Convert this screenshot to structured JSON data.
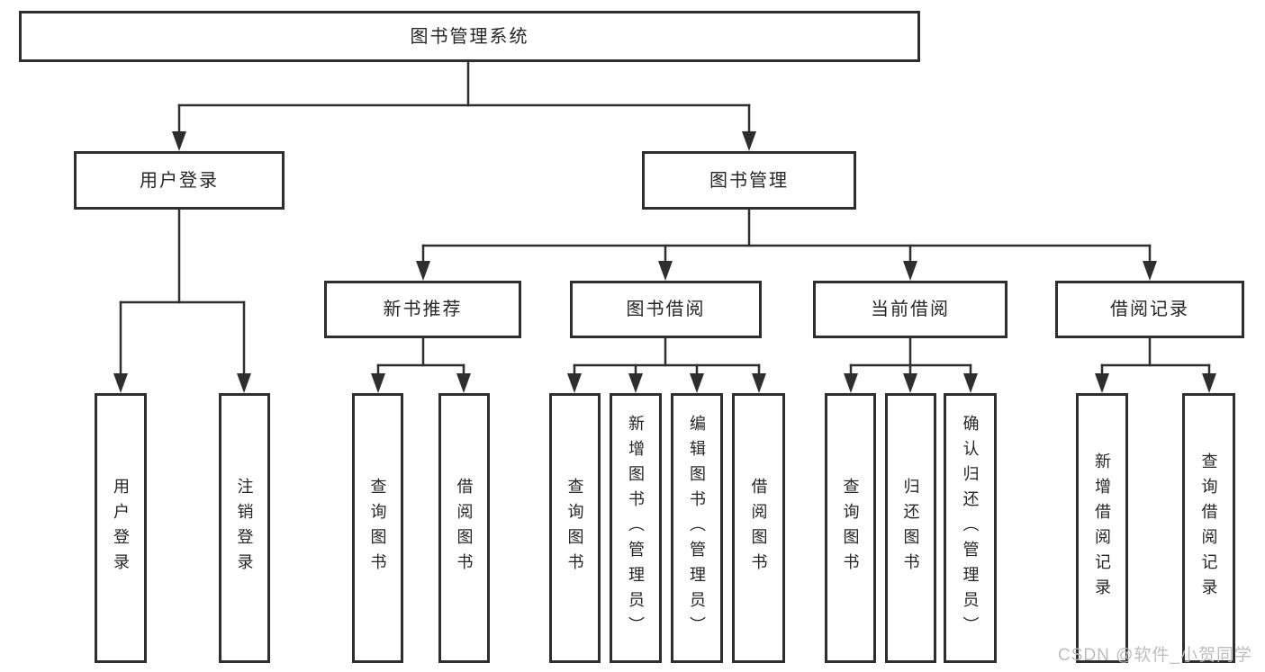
{
  "tree": {
    "root": {
      "label": "图书管理系统",
      "children": [
        {
          "label": "用户登录",
          "children": [
            {
              "label": "用户登录"
            },
            {
              "label": "注销登录"
            }
          ]
        },
        {
          "label": "图书管理",
          "children": [
            {
              "label": "新书推荐",
              "children": [
                {
                  "label": "查询图书"
                },
                {
                  "label": "借阅图书"
                }
              ]
            },
            {
              "label": "图书借阅",
              "children": [
                {
                  "label": "查询图书"
                },
                {
                  "label": "新增图书（管理员）"
                },
                {
                  "label": "编辑图书（管理员）"
                },
                {
                  "label": "借阅图书"
                }
              ]
            },
            {
              "label": "当前借阅",
              "children": [
                {
                  "label": "查询图书"
                },
                {
                  "label": "归还图书"
                },
                {
                  "label": "确认归还（管理员）"
                }
              ]
            },
            {
              "label": "借阅记录",
              "children": [
                {
                  "label": "新增借阅记录"
                },
                {
                  "label": "查询借阅记录"
                }
              ]
            }
          ]
        }
      ]
    }
  },
  "watermark": {
    "text": "CSDN @软件_小贺同学"
  },
  "colors": {
    "line": "#2e2e2e",
    "box_border": "#2e2e2e",
    "text": "#262626",
    "watermark": "#b9b9b9",
    "background": "#ffffff"
  }
}
